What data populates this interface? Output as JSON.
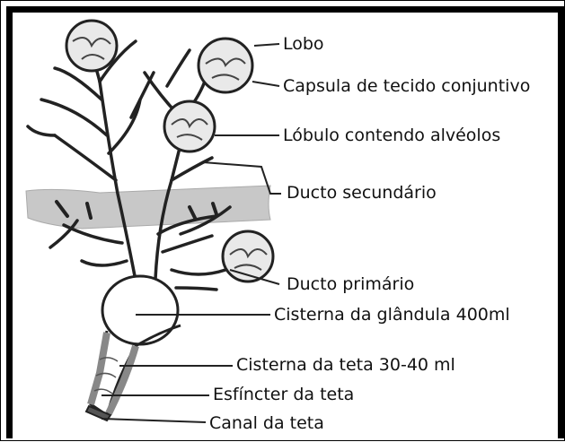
{
  "labels": {
    "lobo": "Lobo",
    "capsula": "Capsula de tecido conjuntivo",
    "lobulo": "Lóbulo contendo alvéolos",
    "ducto_secundario": "Ducto secundário",
    "ducto_primario": "Ducto primário",
    "cisterna_glandula": "Cisterna da glândula 400ml",
    "cisterna_teta": "Cisterna da teta 30-40 ml",
    "esfincter": "Esfíncter da teta",
    "canal": "Canal da teta"
  }
}
